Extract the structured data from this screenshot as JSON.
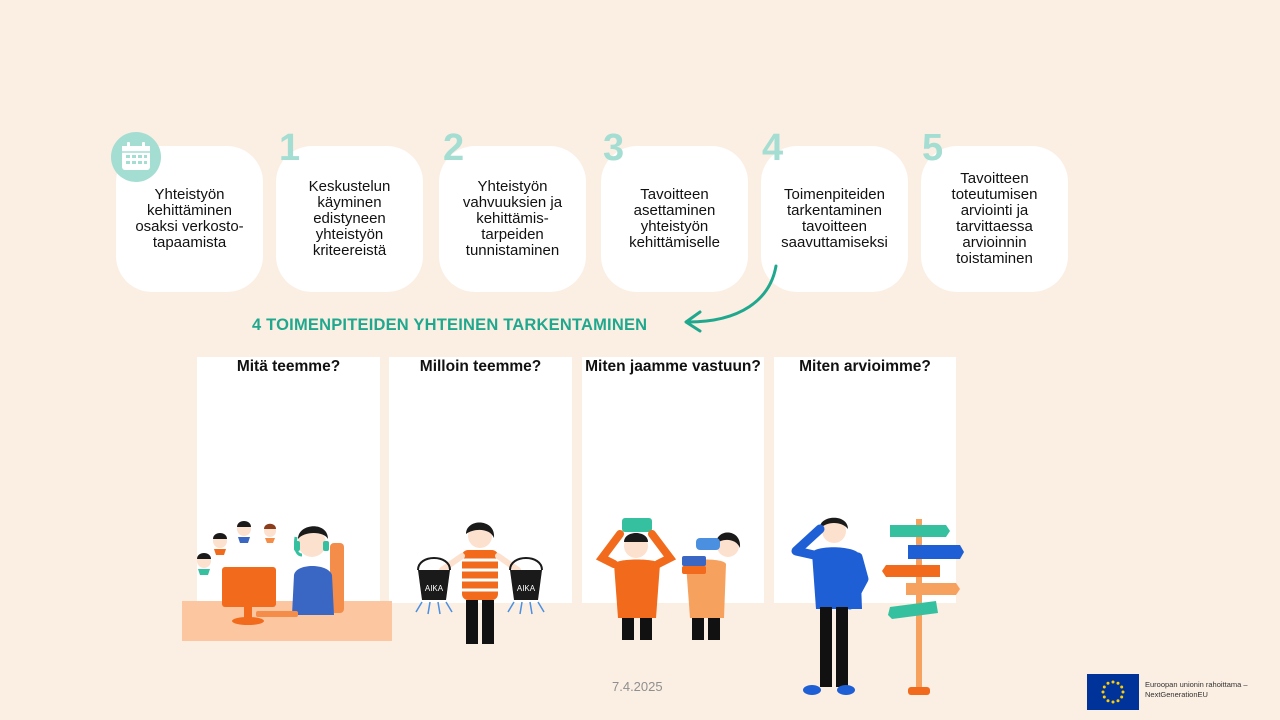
{
  "steps": [
    {
      "number": "",
      "text": "Yhteistyön\nkehittäminen\nosaksi verkosto-\ntapaamista",
      "icon": "calendar-icon"
    },
    {
      "number": "1",
      "text": "Keskustelun\nkäyminen\nedistyneen\nyhteistyön\nkriteereistä"
    },
    {
      "number": "2",
      "text": "Yhteistyön\nvahvuuksien ja\nkehittämis-\ntarpeiden\ntunnistaminen"
    },
    {
      "number": "3",
      "text": "Tavoitteen\nasettaminen\nyhteistyön\nkehittämiselle"
    },
    {
      "number": "4",
      "text": "Toimenpiteiden\ntarkentaminen\ntavoitteen\nsaavuttamiseksi"
    },
    {
      "number": "5",
      "text": "Tavoitteen\ntoteutumisen\narviointi ja\ntarvittaessa\narvioinnin\ntoistaminen"
    }
  ],
  "section_heading": "4 TOIMENPITEIDEN YHTEINEN TARKENTAMINEN",
  "questions": [
    {
      "label": "Mitä teemme?"
    },
    {
      "label": "Milloin teemme?"
    },
    {
      "label": "Miten jaamme vastuun?"
    },
    {
      "label": "Miten arvioimme?"
    }
  ],
  "bucket_labels": [
    "AIKA",
    "AIKA"
  ],
  "footer": {
    "date": "7.4.2025",
    "eu_caption": "Euroopan unionin rahoittama –\nNextGenerationEU"
  },
  "colors": {
    "background": "#fbeee3",
    "accent_teal": "#20a88e",
    "number_mint": "#a4ddd2",
    "orange": "#f26a1b",
    "blue": "#1f5fd6",
    "eu_blue": "#003399",
    "eu_yellow": "#ffcc00"
  }
}
